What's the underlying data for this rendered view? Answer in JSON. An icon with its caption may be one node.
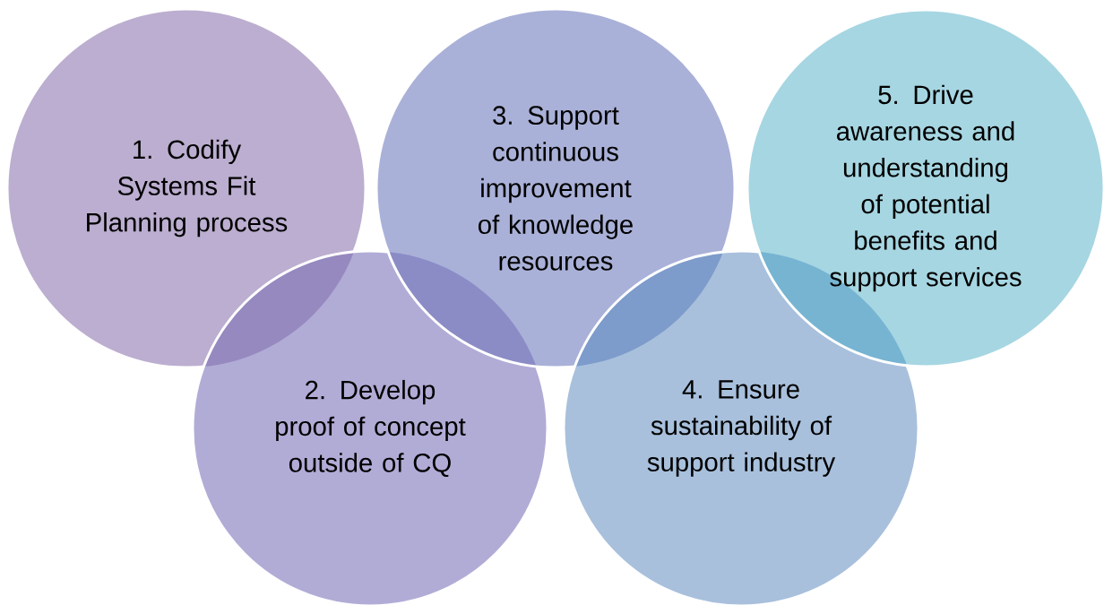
{
  "diagram": {
    "nodes": [
      {
        "text": [
          "1. Codify Systems Fit Planning process"
        ]
      },
      {
        "text": [
          "2. Develop proof of concept outside of CQ"
        ]
      },
      {
        "text": [
          "3. Support continuous improvement of knowledge resources"
        ]
      },
      {
        "text": [
          "4. Ensure sustainability of support industry"
        ]
      },
      {
        "text": [
          "5. Drive awareness and understanding of potential benefits and support services"
        ]
      }
    ]
  }
}
